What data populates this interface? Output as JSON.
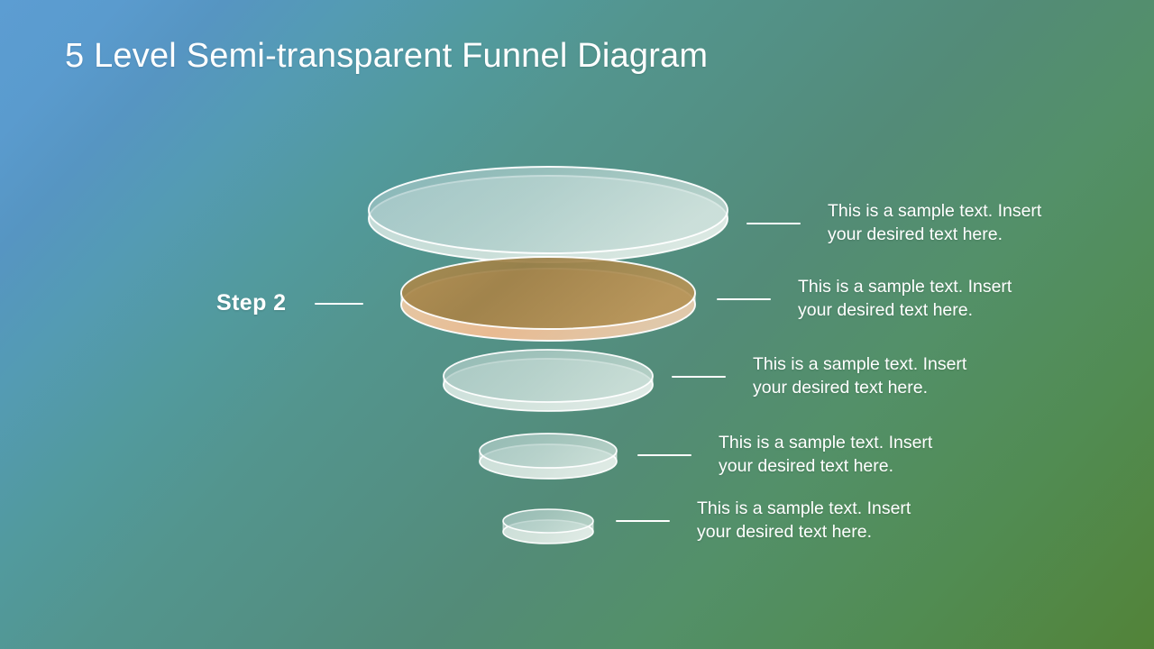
{
  "slide": {
    "title": "5 Level Semi-transparent Funnel Diagram",
    "background": {
      "start_color": "#5c9dd2",
      "mid_color": "#539084",
      "end_color": "#528338"
    }
  },
  "diagram": {
    "name": "funnel-diagram",
    "level_count": 5,
    "highlight_level": 2,
    "highlight_color": "#c89a5e",
    "default_color": "#cfe3e0",
    "stroke_color": "#ffffff",
    "levels": [
      {
        "index": 1,
        "label": "",
        "fill": "#b9d2d4",
        "highlighted": false
      },
      {
        "index": 2,
        "label": "Step 2",
        "fill": "#c89a5e",
        "highlighted": true
      },
      {
        "index": 3,
        "label": "",
        "fill": "#bcd6d2",
        "highlighted": false
      },
      {
        "index": 4,
        "label": "",
        "fill": "#c3dbd6",
        "highlighted": false
      },
      {
        "index": 5,
        "label": "",
        "fill": "#c9ded9",
        "highlighted": false
      }
    ]
  },
  "step_label": {
    "text": "Step 2"
  },
  "callouts": [
    {
      "index": 1,
      "text": "This is a sample text. Insert\nyour desired text here."
    },
    {
      "index": 2,
      "text": "This is a sample text. Insert\nyour desired text here."
    },
    {
      "index": 3,
      "text": "This is a sample text. Insert\nyour desired text here."
    },
    {
      "index": 4,
      "text": "This is a sample text. Insert\nyour desired text here."
    },
    {
      "index": 5,
      "text": "This is a sample text. Insert\nyour desired text here."
    }
  ]
}
